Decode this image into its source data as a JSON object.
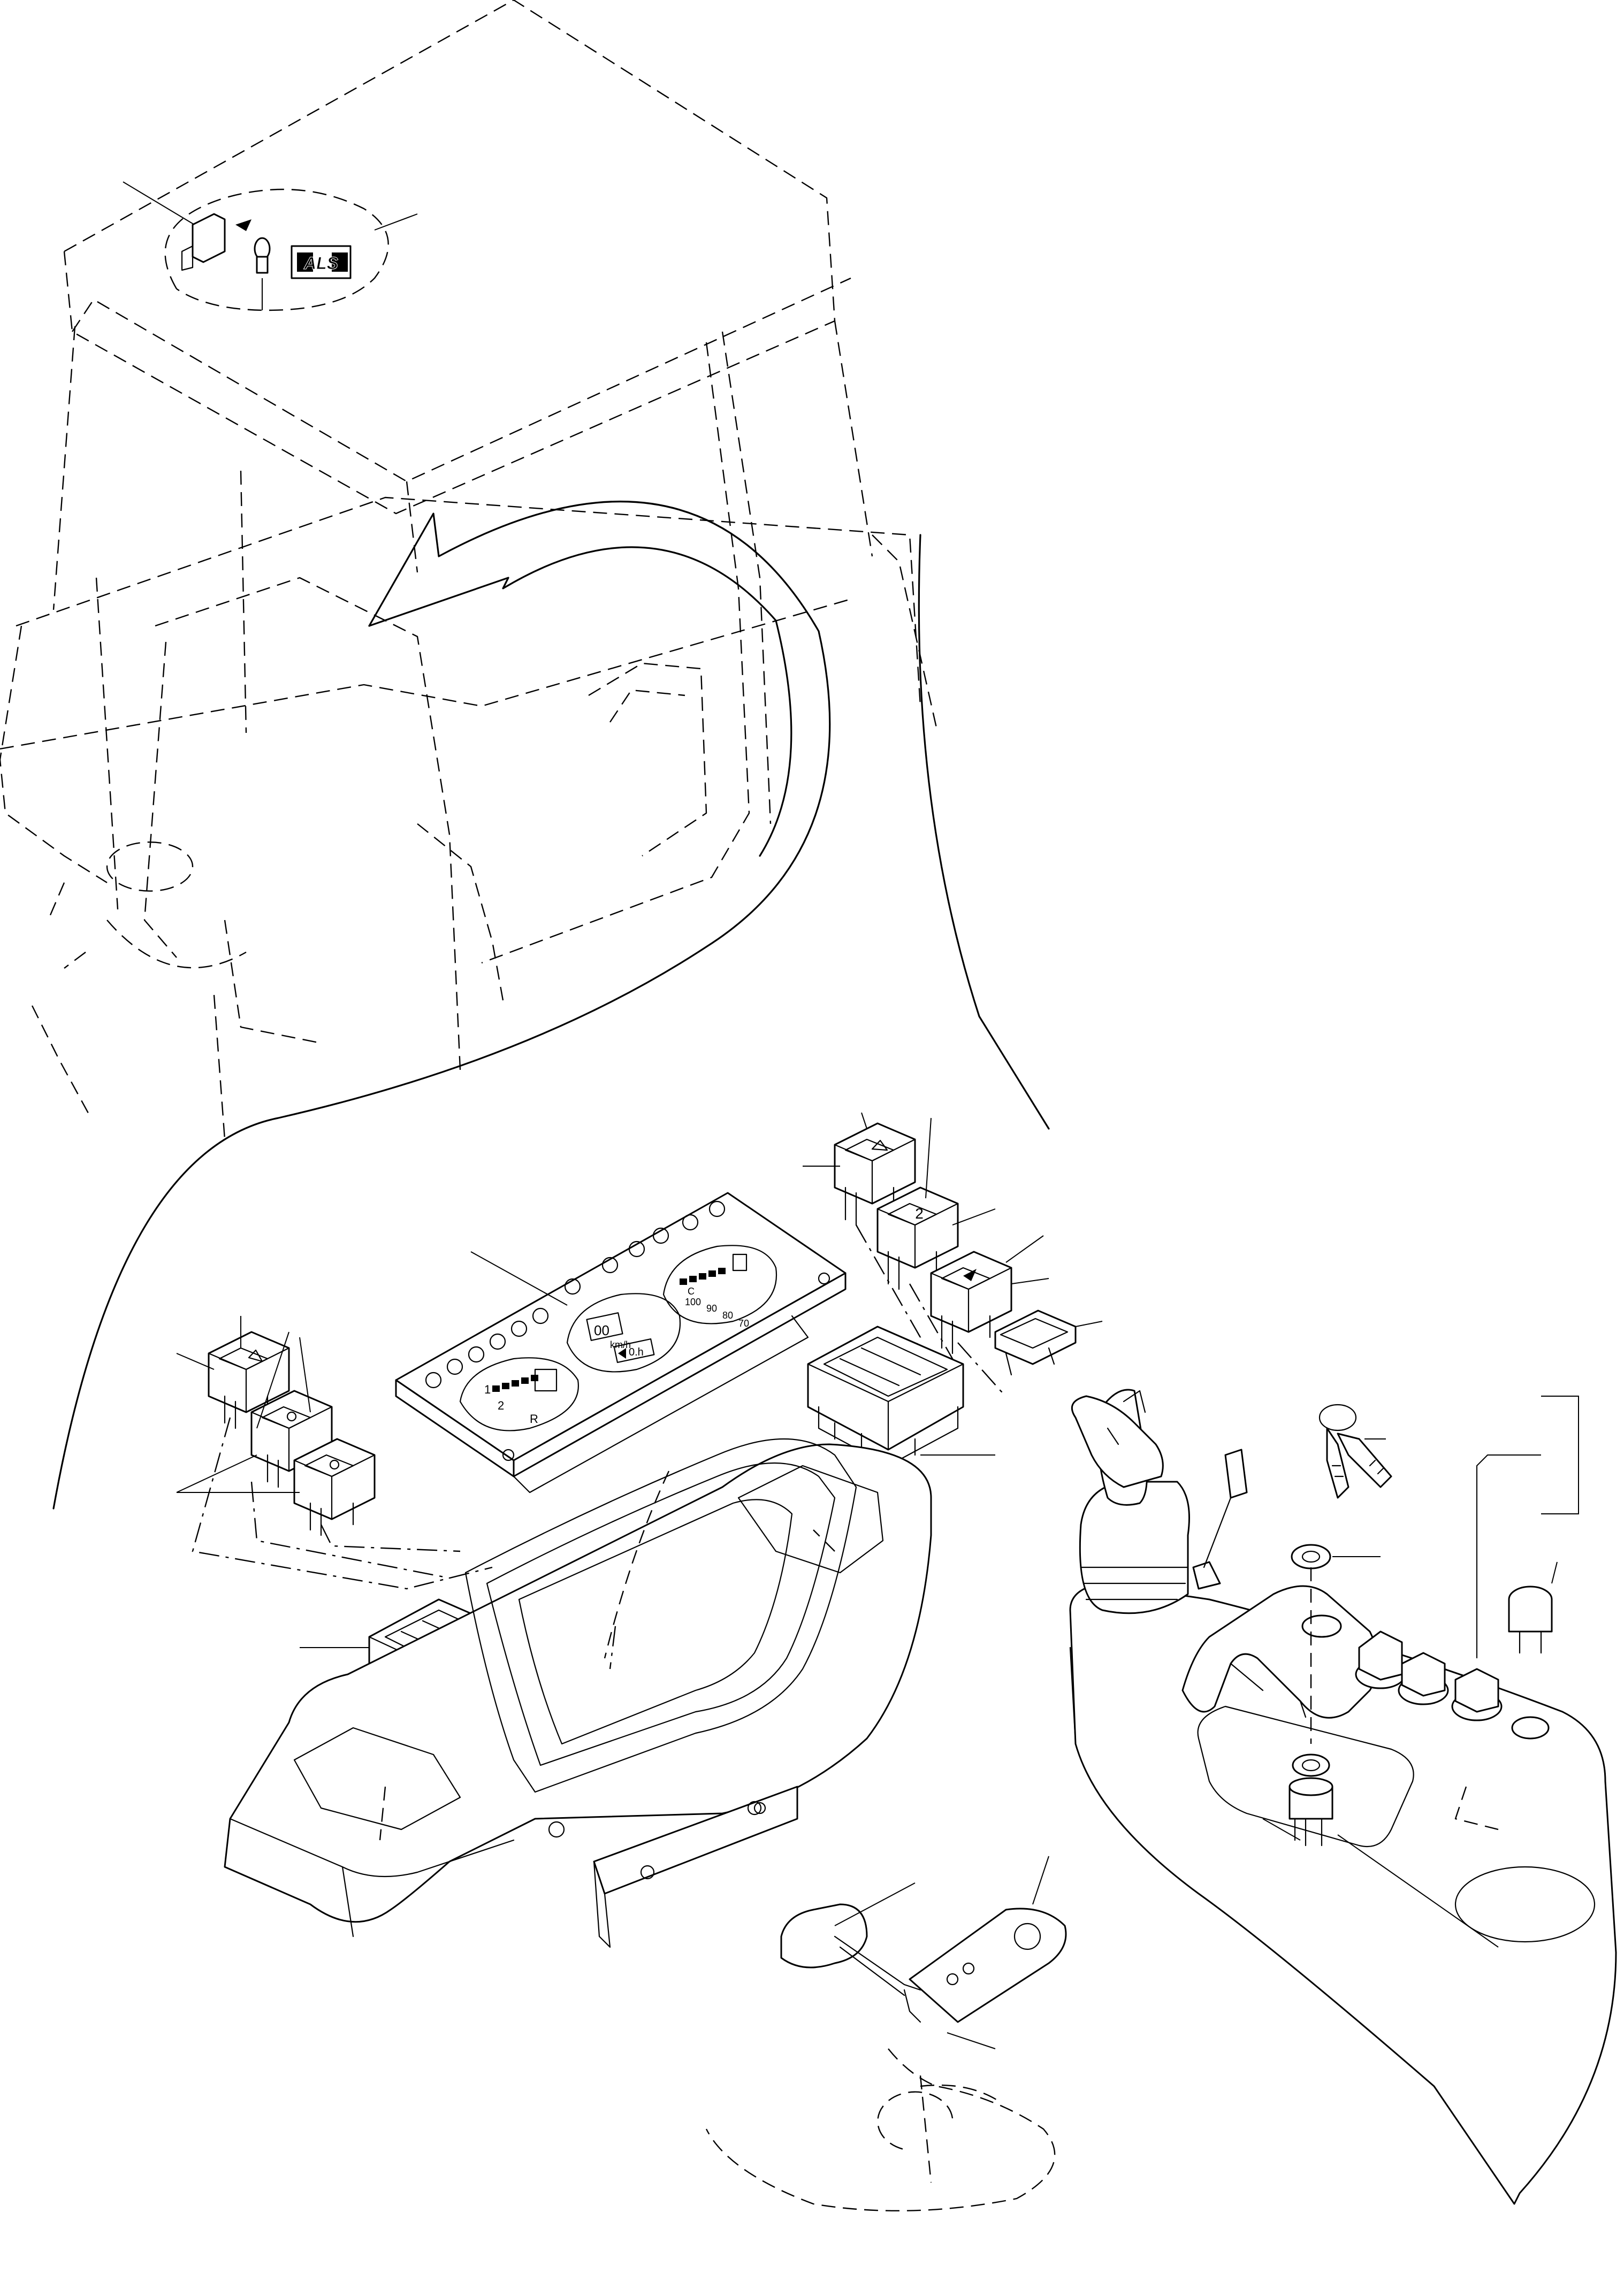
{
  "badges": {
    "als": "ALS"
  },
  "panel": {
    "hour_unit": "h",
    "speed_unit": "km/h",
    "scale_labels": [
      "C",
      "100",
      "90",
      "80",
      "70"
    ],
    "gear_labels": [
      "1",
      "2",
      "R"
    ],
    "speed_value": "00",
    "hour_value": "0.h"
  },
  "switches": {
    "rocker_2_label": "2"
  },
  "colors": {
    "line": "#000000",
    "background": "#ffffff"
  }
}
